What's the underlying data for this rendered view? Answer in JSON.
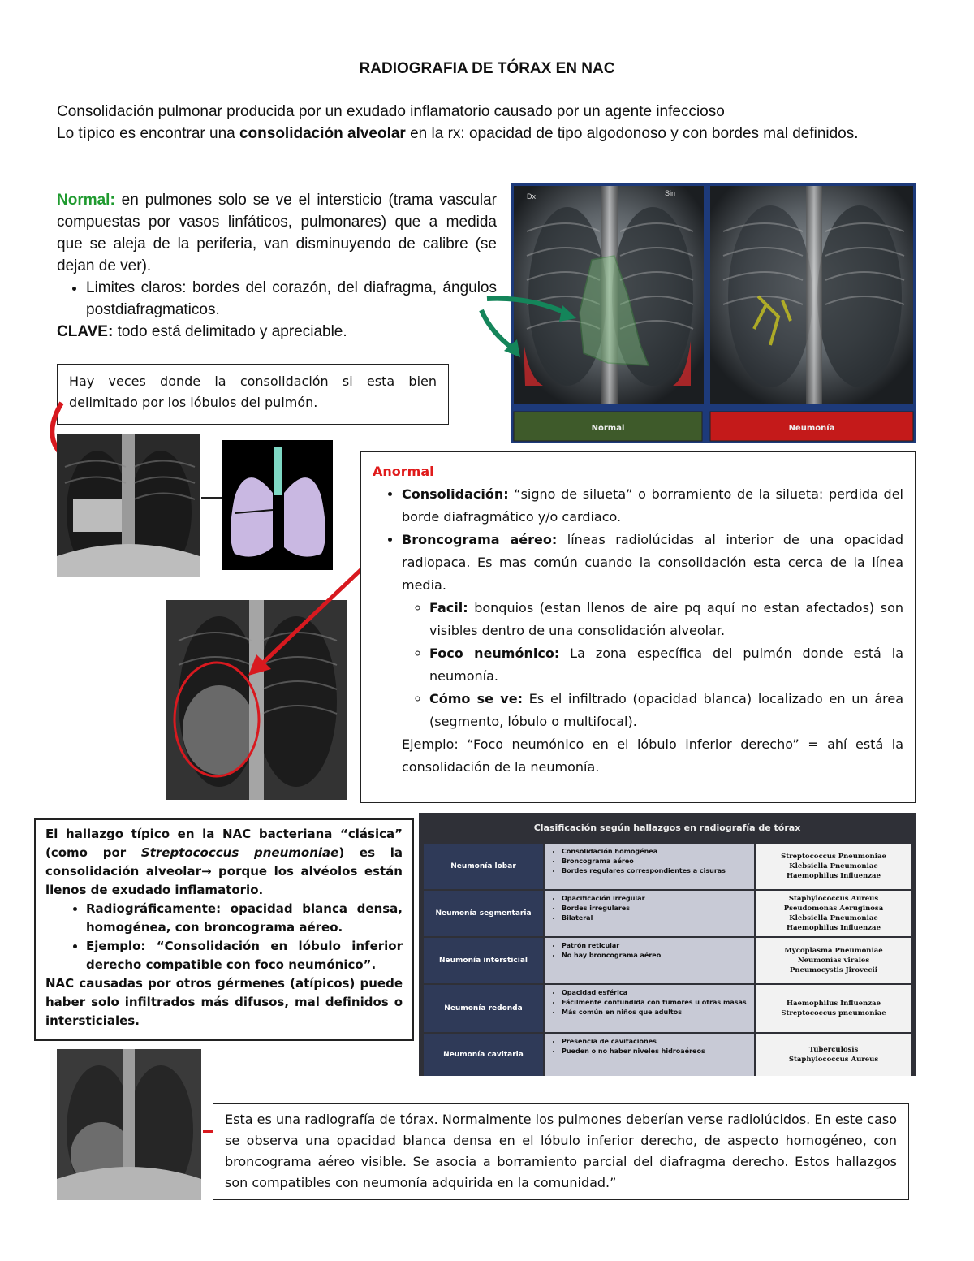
{
  "title": "RADIOGRAFIA DE TÓRAX EN NAC",
  "intro": {
    "line1": "Consolidación pulmonar producida por un exudado inflamatorio causado por un agente infeccioso",
    "line2_a": "Lo típico es encontrar una ",
    "line2_bold": "consolidación alveolar",
    "line2_b": " en la rx: opacidad de tipo algodonoso y con bordes mal definidos."
  },
  "normal": {
    "label": "Normal:",
    "text": " en pulmones solo se ve el intersticio (trama vascular compuestas por vasos linfáticos, pulmonares) que a medida que se aleja de la periferia, van disminuyendo de calibre (se dejan de ver).",
    "bullet": "Limites claros: bordes del corazón, del diafragma, ángulos postdiafragmaticos.",
    "clave_label": "CLAVE:",
    "clave_text": " todo está delimitado y apreciable."
  },
  "box_lobulos": "Hay veces donde la consolidación si esta bien delimitado por los lóbulos del pulmón.",
  "anormal": {
    "head": "Anormal",
    "b1_label": "Consolidación:",
    "b1_text": " “signo de silueta” o borramiento de la silueta: perdida del borde diafragmático y/o cardiaco.",
    "b2_label": "Broncograma aéreo:",
    "b2_text": " líneas radiolúcidas al interior de una opacidad radiopaca. Es mas común cuando la consolidación esta cerca de la línea media.",
    "s1_label": "Facil:",
    "s1_text": " bonquios (estan llenos de aire pq aquí no estan afectados) son visibles dentro de una consolidación alveolar.",
    "s2_label": "Foco neumónico:",
    "s2_text": " La zona específica del pulmón donde está la neumonía.",
    "s3_label": "Cómo se ve:",
    "s3_text": " Es el infiltrado (opacidad blanca) localizado en un área (segmento, lóbulo o multifocal).",
    "ej_label": "Ejemplo:",
    "ej_text": " “Foco neumónico en el lóbulo inferior derecho” = ahí está la consolidación de la neumonía."
  },
  "clasica": {
    "p1_a": "El hallazgo típico en la NAC bacteriana “clásica” (como por ",
    "p1_italic": "Streptococcus pneumoniae",
    "p1_b": ") es la consolidación alveolar→ porque los alvéolos están llenos de exudado inflamatorio.",
    "b1": "Radiográficamente: opacidad blanca densa, homogénea, con broncograma aéreo.",
    "b2": "Ejemplo: “Consolidación en lóbulo inferior derecho compatible con foco neumónico”.",
    "p2": "NAC causadas por otros gérmenes (atípicos) puede haber solo infiltrados más difusos, mal definidos o intersticiales."
  },
  "final_box": "Esta es una radiografía de tórax. Normalmente los pulmones deberían verse radiolúcidos. En este caso se observa una opacidad blanca densa en el lóbulo inferior derecho, de aspecto homogéneo, con broncograma aéreo visible. Se asocia a borramiento parcial del diafragma derecho. Estos hallazgos son compatibles con neumonía adquirida en la comunidad.”",
  "xray_panel": {
    "normal_label": "Normal",
    "neumonia_label": "Neumonía",
    "dx": "Dx",
    "sin": "Sin"
  },
  "table": {
    "header": "Clasificación según hallazgos en radiografía de tórax",
    "rows": [
      {
        "name": "Neumonía lobar",
        "findings": [
          "Consolidación homogénea",
          "Broncograma aéreo",
          "Bordes regulares correspondientes a cisuras"
        ],
        "agents": [
          "Streptococcus Pneumoniae",
          "Klebsiella Pneumoniae",
          "Haemophilus Influenzae"
        ]
      },
      {
        "name": "Neumonía segmentaria",
        "findings": [
          "Opacificación irregular",
          "Bordes irregulares",
          "Bilateral"
        ],
        "agents": [
          "Staphylococcus Aureus",
          "Pseudomonas Aeruginosa",
          "Klebsiella Pneumoniae",
          "Haemophilus Influenzae"
        ]
      },
      {
        "name": "Neumonía intersticial",
        "findings": [
          "Patrón reticular",
          "No hay broncograma aéreo"
        ],
        "agents": [
          "Mycoplasma Pneumoniae",
          "Neumonías virales",
          "Pneumocystis Jirovecii"
        ]
      },
      {
        "name": "Neumonía redonda",
        "findings": [
          "Opacidad esférica",
          "Fácilmente confundida con tumores u otras masas",
          "Más común en niños que adultos"
        ],
        "agents": [
          "Haemophilus Influenzae",
          "Streptococcus pneumoniae"
        ]
      },
      {
        "name": "Neumonía cavitaria",
        "findings": [
          "Presencia de cavitaciones",
          "Pueden o no haber niveles hidroaéreos"
        ],
        "agents": [
          "Tuberculosis",
          "Staphylococcus Aureus"
        ]
      }
    ]
  },
  "colors": {
    "green_label": "#1f9a2f",
    "red_label": "#e01b1b",
    "normal_bar": "#3e5a2a",
    "neumonia_bar": "#c41a1a",
    "arrow_green": "#14855a",
    "arrow_red": "#d8191f"
  }
}
